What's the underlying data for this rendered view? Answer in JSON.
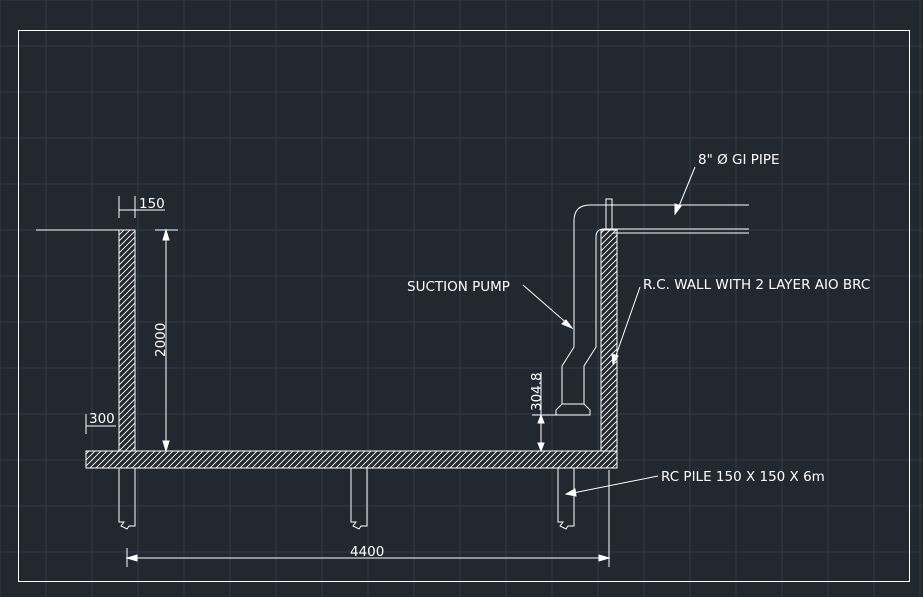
{
  "colors": {
    "background": "#212830",
    "grid": "#2e3a48",
    "line": "#ffffff"
  },
  "drawing": {
    "labels": {
      "pipe": "8\" Ø GI PIPE",
      "suction_pump": "SUCTION PUMP",
      "wall": "R.C. WALL WITH 2 LAYER AIO BRC",
      "pile": "RC PILE 150 X 150 X 6m"
    },
    "dimensions": {
      "wall_thickness": "150",
      "wall_height": "2000",
      "slab_thickness": "300",
      "pump_clearance": "304.8",
      "total_width": "4400"
    }
  }
}
